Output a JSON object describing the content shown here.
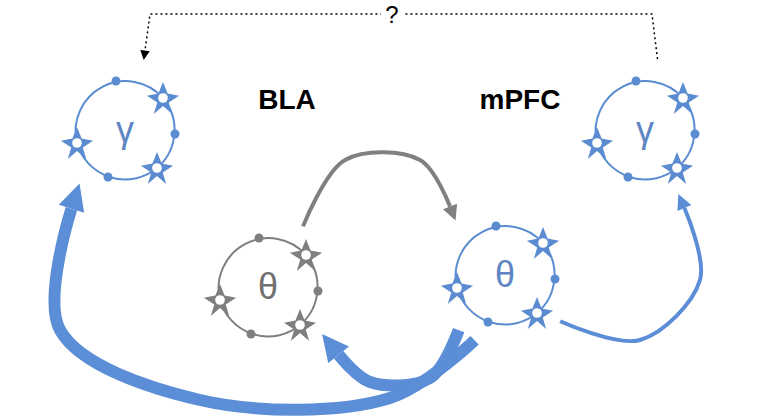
{
  "diagram": {
    "nodes": [
      {
        "text": [
          "BLA"
        ]
      },
      {
        "text": [
          "γ"
        ],
        "in": 0
      },
      {
        "text": [
          "θ"
        ],
        "in": 0
      },
      {
        "text": [
          "mPFC"
        ]
      },
      {
        "text": [
          "θ"
        ],
        "in": 3
      },
      {
        "text": [
          "γ"
        ],
        "in": 3
      }
    ],
    "edges": [
      {
        "from": 2,
        "to": 4,
        "arrow": "to"
      },
      {
        "from": 4,
        "to": 2,
        "arrow": "to"
      },
      {
        "from": 4,
        "to": 1,
        "arrow": "to"
      },
      {
        "from": 4,
        "to": 5,
        "arrow": "to"
      },
      {
        "from": 5,
        "to": 1,
        "arrow": "to",
        "label": "?"
      }
    ]
  }
}
